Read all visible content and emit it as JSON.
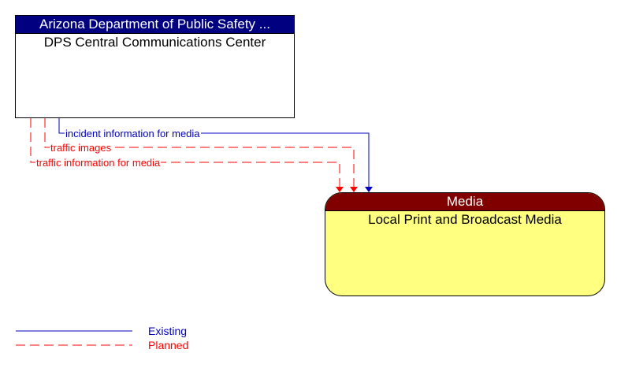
{
  "source": {
    "header": "Arizona Department of Public Safety ...",
    "name": "DPS Central Communications Center",
    "header_color": "#000080"
  },
  "destination": {
    "header": "Media",
    "name": "Local Print and Broadcast Media",
    "header_color": "#800000",
    "fill_color": "#ffff80"
  },
  "flows": [
    {
      "label": "incident information for media",
      "status": "Existing",
      "color": "#0000c0"
    },
    {
      "label": "traffic images",
      "status": "Planned",
      "color": "#ff0000"
    },
    {
      "label": "traffic information for media",
      "status": "Planned",
      "color": "#ff0000"
    }
  ],
  "legend": {
    "existing": "Existing",
    "planned": "Planned"
  }
}
